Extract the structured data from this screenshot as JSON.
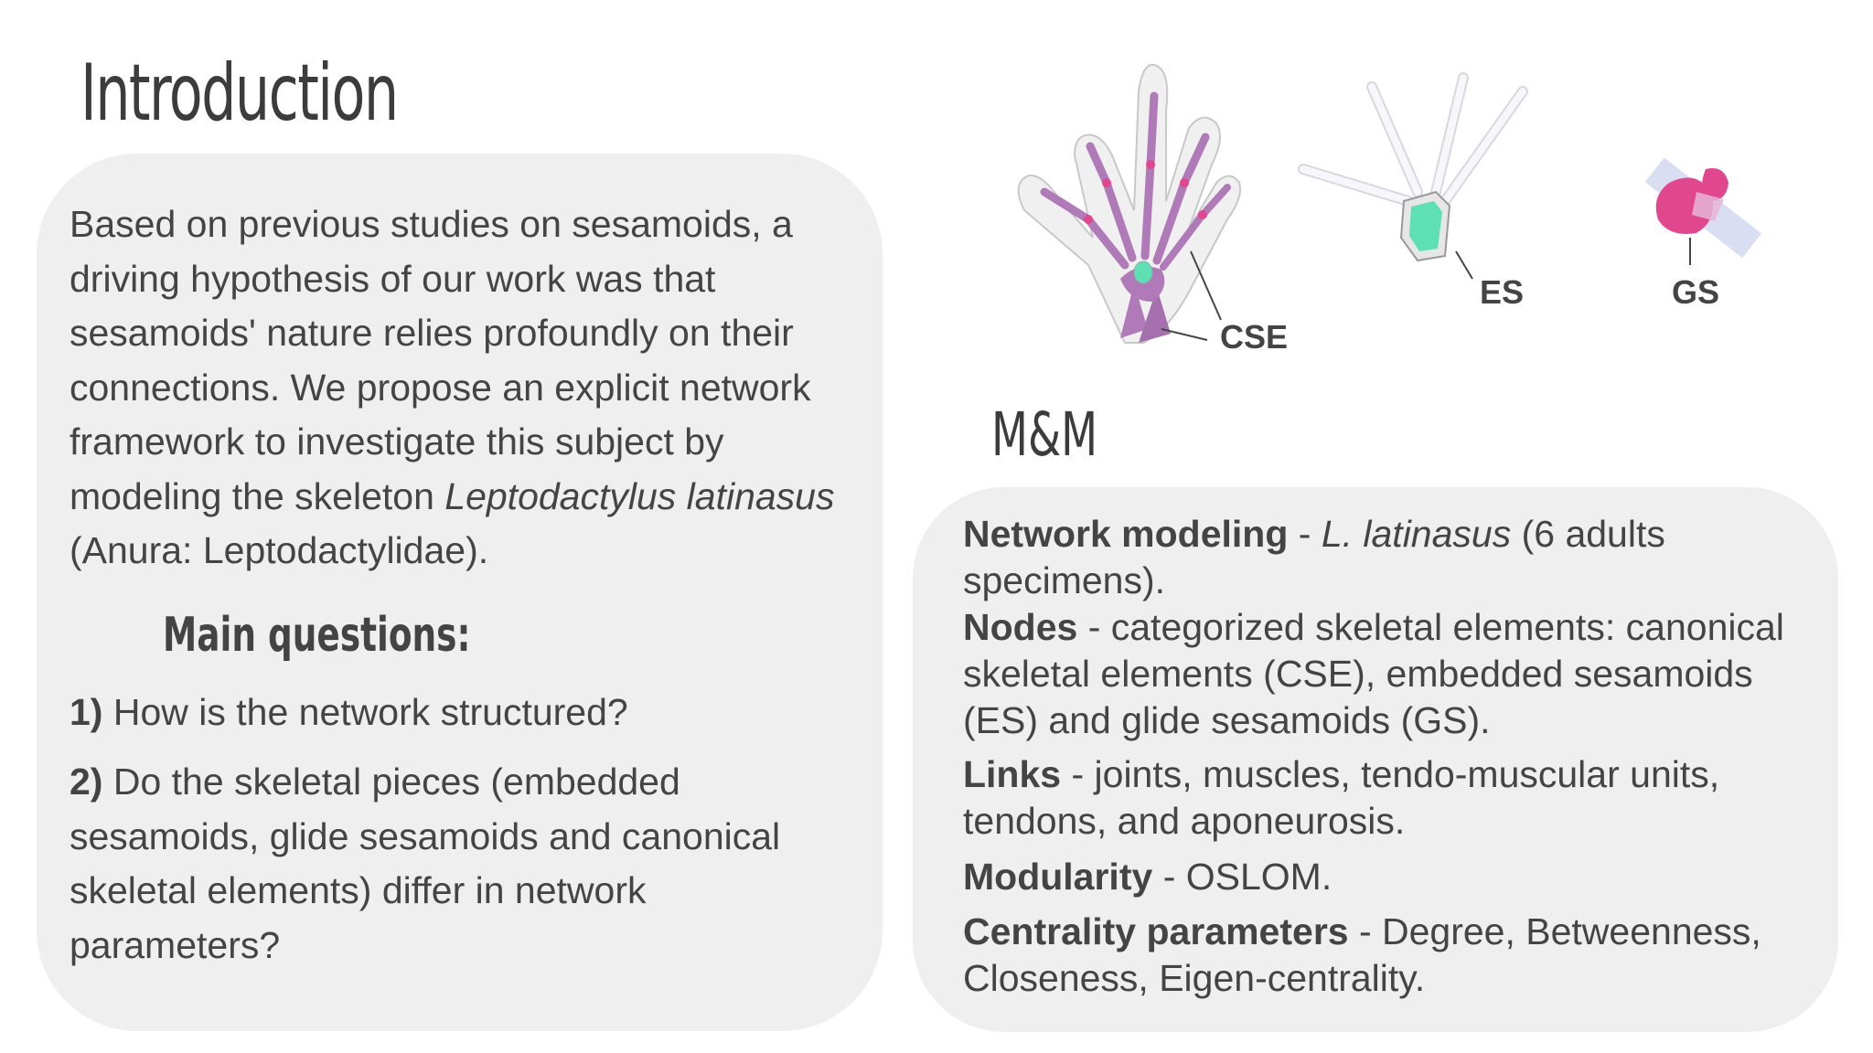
{
  "title": "Introduction",
  "intro": {
    "text_before_italic": "Based on previous studies on sesamoids, a driving hypothesis of our work was that sesamoids' nature relies profoundly on their connections. We propose an explicit network framework to investigate this subject by modeling the skeleton ",
    "species_italic": "Leptodactylus latinasus",
    "text_after_italic": " (Anura: Leptodactylidae)."
  },
  "questions": {
    "heading": "Main questions:",
    "items": [
      {
        "number": "1)",
        "text": " How is the network structured?"
      },
      {
        "number": "2)",
        "text": " Do the skeletal pieces (embedded sesamoids, glide sesamoids and canonical skeletal elements) differ in network parameters?"
      }
    ]
  },
  "figure_labels": {
    "cse": "CSE",
    "es": "ES",
    "gs": "GS"
  },
  "mm": {
    "title": "M&M",
    "items": [
      {
        "label": "Network modeling",
        "sep": " - ",
        "italic": "L. latinasus",
        "text": " (6 adults specimens)."
      },
      {
        "label": "Nodes",
        "sep": " - ",
        "text": "categorized skeletal elements: canonical skeletal elements (CSE), embedded sesamoids (ES) and glide sesamoids (GS)."
      },
      {
        "label": "Links",
        "sep": " - ",
        "text": "joints, muscles, tendo-muscular units, tendons, and aponeurosis."
      },
      {
        "label": "Modularity",
        "sep": " - ",
        "text": "OSLOM."
      },
      {
        "label": "Centrality parameters",
        "sep": " - ",
        "text": "Degree, Betweenness, Closeness, Eigen-centrality."
      }
    ]
  },
  "colors": {
    "background": "#ffffff",
    "box": "#efefef",
    "text": "#444444",
    "bone_purple": "#b07ab8",
    "sesamoid_green": "#5fe0b4",
    "glide_pink": "#e0478f"
  }
}
